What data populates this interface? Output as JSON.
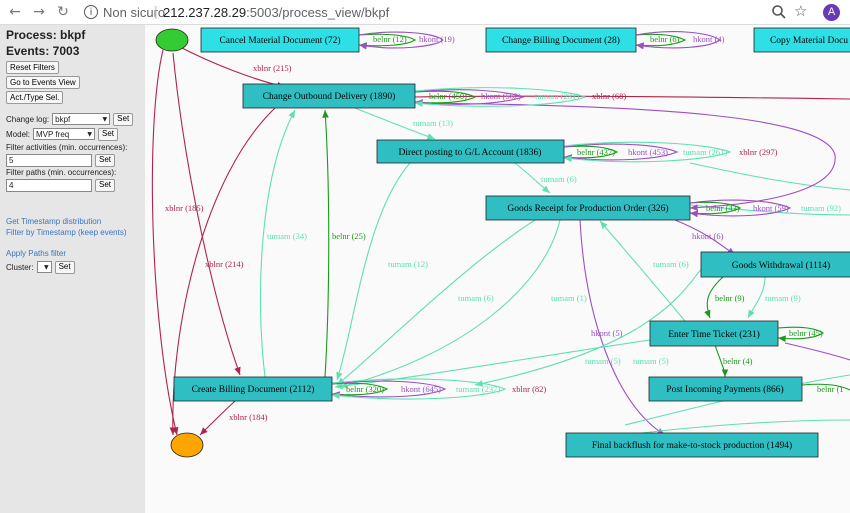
{
  "browser": {
    "insecure_label": "Non sicuro",
    "url_host": "212.237.28.29",
    "url_path": ":5003/process_view/bkpf",
    "avatar_letter": "A",
    "icons": [
      "back-arrow-icon",
      "forward-arrow-icon",
      "reload-icon",
      "info-icon",
      "zoom-icon",
      "star-icon"
    ]
  },
  "sidebar": {
    "process_label": "Process: bkpf",
    "events_label": "Events: 7003",
    "reset_filters": "Reset Filters",
    "go_events": "Go to Events View",
    "act_type": "Act./Type Sel.",
    "change_log_label": "Change log:",
    "change_log_value": "bkpf",
    "model_label": "Model:",
    "model_value": "MVP freq",
    "set_label": "Set",
    "filter_activities_label": "Filter activities (min. occurrences):",
    "filter_activities_value": "5",
    "filter_paths_label": "Filter paths (min. occurrences):",
    "filter_paths_value": "4",
    "link_timestamp_dist": "Get Timestamp distribution",
    "link_filter_timestamp": "Filter by Timestamp (keep events)",
    "link_apply_paths": "Apply Paths filter",
    "cluster_label": "Cluster:",
    "cluster_value": ""
  },
  "colors": {
    "node_fill": "#2fbfc2",
    "node_fill_top": "#2ee0e6",
    "start": "#33cc33",
    "end": "#ffa500",
    "xblnr": "#b0234a",
    "belnr": "#1a9a1a",
    "hkont": "#9b4fc0",
    "tumam": "#5ee0b0"
  },
  "graph": {
    "nodes": [
      {
        "id": "cmd",
        "label": "Cancel Material Document (72)"
      },
      {
        "id": "cbd",
        "label": "Change Billing Document (28)"
      },
      {
        "id": "cpy",
        "label": "Copy Material Docu"
      },
      {
        "id": "cod",
        "label": "Change Outbound Delivery (1890)"
      },
      {
        "id": "dgl",
        "label": "Direct posting to G/L Account (1836)"
      },
      {
        "id": "grp",
        "label": "Goods Receipt for Production Order (326)"
      },
      {
        "id": "gw",
        "label": "Goods Withdrawal (1114)"
      },
      {
        "id": "ett",
        "label": "Enter Time Ticket (231)"
      },
      {
        "id": "cbl",
        "label": "Create Billing Document (2112)"
      },
      {
        "id": "pip",
        "label": "Post Incoming Payments (866)"
      },
      {
        "id": "fbm",
        "label": "Final backflush for make-to-stock production (1494)"
      }
    ],
    "edge_labels": {
      "cmd_belnr": "belnr (12)",
      "cmd_hkont": "hkont (19)",
      "cbd_belnr": "belnr (6)",
      "cbd_hkont": "hkont (4)",
      "start_cod": "xblnr (215)",
      "cod_belnr": "belnr (450)",
      "cod_hkont": "hkont (562)",
      "cod_tumam": "tumam (231)",
      "cod_xblnr": "xblnr (68)",
      "cod_dgl": "tumam (13)",
      "dgl_belnr": "belnr (437)",
      "dgl_hkont": "hkont (453)",
      "dgl_tumam": "tumam (261)",
      "dgl_xblnr": "xblnr (297)",
      "dgl_grp": "tumam (6)",
      "grp_belnr": "belnr (43)",
      "grp_hkont": "hkont (59)",
      "grp_tumam": "tumam (92)",
      "grp_gw": "hkont (6)",
      "x185": "xblnr (185)",
      "x214": "xblnr (214)",
      "t34": "tumam (34)",
      "b25": "belnr (25)",
      "t12": "tumam (12)",
      "t6a": "tumam (6)",
      "t1": "tumam (1)",
      "h5": "hkont (5)",
      "t5": "tumam (5)",
      "t6b": "tumam (6)",
      "gw_ett_b": "belnr (9)",
      "gw_ett_t": "tumam (9)",
      "ett_belnr": "belnr (45)",
      "ett_pip": "belnr (4)",
      "t5b": "tumam (5)",
      "cbl_belnr": "belnr (320)",
      "cbl_hkont": "hkont (645)",
      "cbl_tumam": "tumam (237)",
      "cbl_xblnr": "xblnr (82)",
      "x184": "xblnr (184)",
      "pip_belnr": "belnr (1"
    }
  }
}
